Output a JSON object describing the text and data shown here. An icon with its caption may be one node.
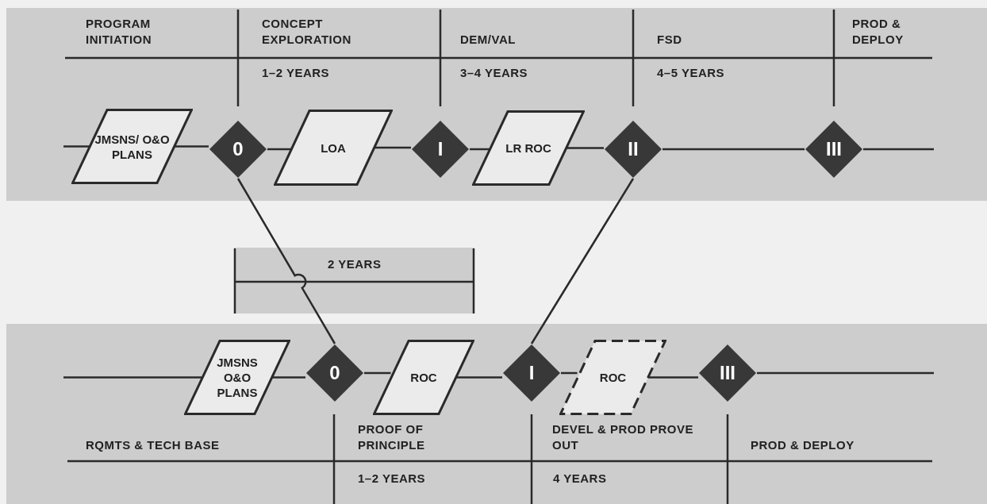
{
  "diagram": {
    "nodes": [
      {
        "text": [
          "JMSNS/ O&O PLANS"
        ]
      },
      {
        "text": [
          "0"
        ]
      },
      {
        "text": [
          "LOA"
        ]
      },
      {
        "text": [
          "I"
        ]
      },
      {
        "text": [
          "LR ROC"
        ]
      },
      {
        "text": [
          "II"
        ]
      },
      {
        "text": [
          "III"
        ]
      },
      {
        "text": [
          "JMSNS O&O PLANS"
        ]
      },
      {
        "text": [
          "0"
        ]
      },
      {
        "text": [
          "ROC"
        ]
      },
      {
        "text": [
          "I"
        ]
      },
      {
        "text": [
          "ROC"
        ]
      },
      {
        "text": [
          "III"
        ]
      }
    ],
    "edges": [
      {
        "from": null,
        "to": 0,
        "arrow": "none"
      },
      {
        "from": 0,
        "to": 1,
        "arrow": "none"
      },
      {
        "from": 1,
        "to": 2,
        "arrow": "none"
      },
      {
        "from": 2,
        "to": 3,
        "arrow": "none"
      },
      {
        "from": 3,
        "to": 4,
        "arrow": "none"
      },
      {
        "from": 4,
        "to": 5,
        "arrow": "none"
      },
      {
        "from": 5,
        "to": 6,
        "arrow": "none"
      },
      {
        "from": 6,
        "to": null,
        "arrow": "none"
      },
      {
        "from": 1,
        "to": 8,
        "arrow": "none"
      },
      {
        "from": 5,
        "to": 10,
        "arrow": "none"
      },
      {
        "from": null,
        "to": 7,
        "arrow": "none"
      },
      {
        "from": 7,
        "to": 8,
        "arrow": "none"
      },
      {
        "from": 8,
        "to": 9,
        "arrow": "none"
      },
      {
        "from": 9,
        "to": 10,
        "arrow": "none"
      },
      {
        "from": 10,
        "to": 11,
        "arrow": "none"
      },
      {
        "from": 11,
        "to": 12,
        "arrow": "none"
      },
      {
        "from": 12,
        "to": null,
        "arrow": "none"
      }
    ],
    "labels": [
      "PROGRAM INITIATION",
      "CONCEPT EXPLORATION",
      "DEM/VAL",
      "FSD",
      "PROD & DEPLOY",
      "1–2 YEARS",
      "3–4 YEARS",
      "4–5 YEARS",
      "2 YEARS",
      "PROOF OF PRINCIPLE",
      "RQMTS & TECH BASE",
      "DEVEL & PROD PROVE OUT",
      "PROD & DEPLOY",
      "1–2 YEARS",
      "4 YEARS"
    ]
  }
}
